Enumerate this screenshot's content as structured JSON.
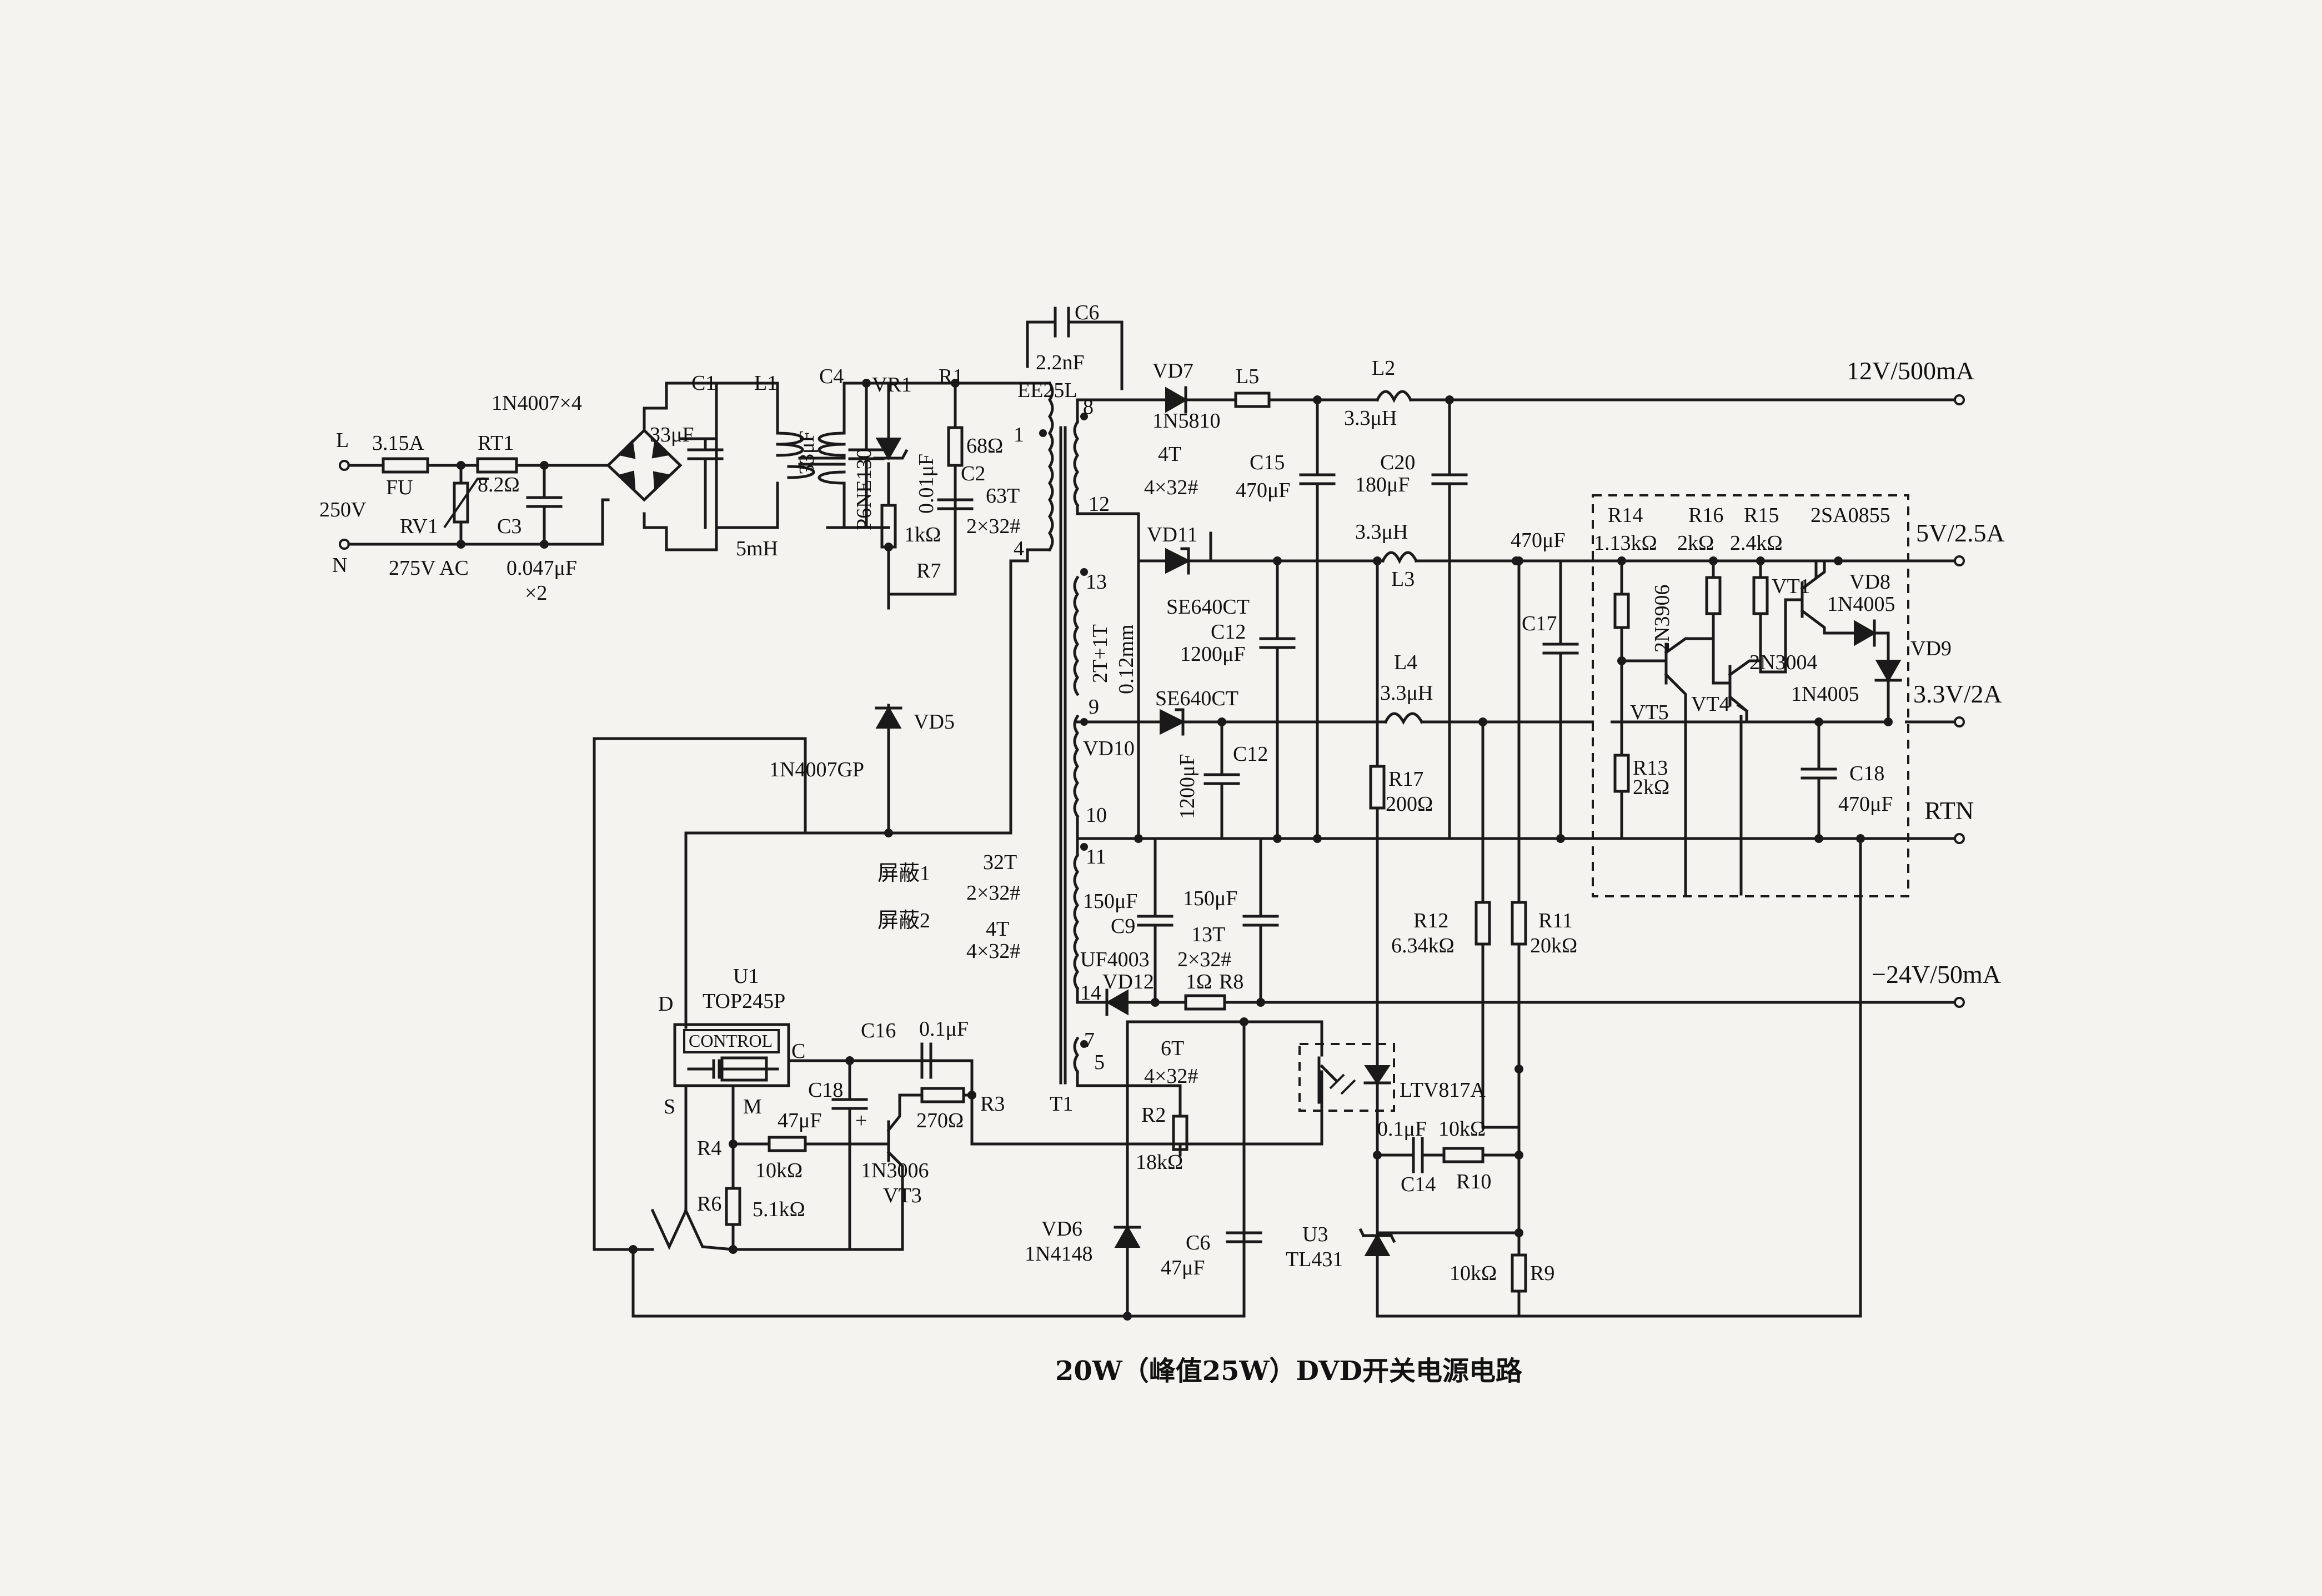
{
  "caption": "20W（峰值25W）DVD开关电源电路",
  "inputs": {
    "line": "L",
    "neutral": "N",
    "voltage": "250V"
  },
  "outputs": {
    "v12": "12V/500mA",
    "v5": "5V/2.5A",
    "v33": "3.3V/2A",
    "rtn": "RTN",
    "vneg24": "−24V/50mA"
  },
  "labels": {
    "fu_rating": "3.15A",
    "fu": "FU",
    "rt1": "RT1",
    "rt1_val": "8.2Ω",
    "rv1": "RV1",
    "rv1_val": "275V AC",
    "c3": "C3",
    "c3_val": "0.047μF",
    "c3_mult": "×2",
    "bridge": "1N4007×4",
    "c1": "C1",
    "c1_val": "33μF",
    "l1": "L1",
    "l1_val": "5mH",
    "c4": "C4",
    "c4_val": "33μF",
    "vr1": "VR1",
    "vr1_part": "P6NE130",
    "r1": "R1",
    "r1_val": "68Ω",
    "c2_val": "0.01μF",
    "c2": "C2",
    "r7_val": "1kΩ",
    "r7": "R7",
    "vd5": "VD5",
    "vd5_part": "1N4007GP",
    "c6_top": "C6",
    "c6_top_val": "2.2nF",
    "t_core": "EE25L",
    "pin1": "1",
    "pin4": "4",
    "pin8": "8",
    "pin12": "12",
    "pin13": "13",
    "pin9": "9",
    "pin10": "10",
    "pin11": "11",
    "pin14": "14",
    "pin7": "7",
    "pin5": "5",
    "prim_turns": "63T",
    "prim_wire": "2×32#",
    "sec12_turns": "4T",
    "sec12_wire": "4×32#",
    "sec5_wind": "2T+1T",
    "sec5_wire": "0.12mm",
    "t1": "T1",
    "shield1": "屏蔽1",
    "shield1_turns": "32T",
    "shield1_wire": "2×32#",
    "shield2": "屏蔽2",
    "shield2_turns": "4T",
    "shield2_wire": "4×32#",
    "vd7": "VD7",
    "vd7_part": "1N5810",
    "l5": "L5",
    "c15": "C15",
    "c15_val": "470μF",
    "l2": "L2",
    "l2_val": "3.3μH",
    "c20": "C20",
    "c20_val": "180μF",
    "vd11": "VD11",
    "vd11_part": "SE640CT",
    "c12a": "C12",
    "c12a_val": "1200μF",
    "l3_val": "3.3μH",
    "l3": "L3",
    "c17_val": "470μF",
    "c17": "C17",
    "vd10_part": "SE640CT",
    "vd10": "VD10",
    "c12b_val": "1200μF",
    "c12b": "C12",
    "l4": "L4",
    "l4_val": "3.3μH",
    "r17": "R17",
    "r17_val": "200Ω",
    "c9_val": "150μF",
    "c9": "C9",
    "c_neg_val": "150μF",
    "neg_turns": "13T",
    "neg_wire": "2×32#",
    "uf": "UF4003",
    "vd12": "VD12",
    "r8_val": "1Ω",
    "r8": "R8",
    "r12": "R12",
    "r12_val": "6.34kΩ",
    "r11": "R11",
    "r11_val": "20kΩ",
    "r14": "R14",
    "r14_val": "1.13kΩ",
    "r16": "R16",
    "r16_val": "2kΩ",
    "r15": "R15",
    "r15_val": "2.4kΩ",
    "q_2sa": "2SA0855",
    "q_2n3906": "2N3906",
    "vt1": "VT1",
    "vd8": "VD8",
    "vd8_part": "1N4005",
    "vd9": "VD9",
    "q_2n3004": "2N3004",
    "vt5": "VT5",
    "vt4": "VT4",
    "vd9_part": "1N4005",
    "r13": "R13",
    "r13_val": "2kΩ",
    "c18r": "C18",
    "c18r_val": "470μF",
    "u1": "U1",
    "u1_part": "TOP245P",
    "control": "CONTROL",
    "pin_d": "D",
    "pin_c": "C",
    "pin_s": "S",
    "pin_m": "M",
    "c16": "C16",
    "c16_val": "0.1μF",
    "c18l": "C18",
    "c18l_val": "47μF",
    "r3_val": "270Ω",
    "r3": "R3",
    "r4": "R4",
    "r4_val": "10kΩ",
    "vt3_part": "1N3006",
    "vt3": "VT3",
    "r6": "R6",
    "r6_val": "5.1kΩ",
    "bias_turns": "6T",
    "bias_wire": "4×32#",
    "r2": "R2",
    "r2_val": "18kΩ",
    "vd6": "VD6",
    "vd6_part": "1N4148",
    "c6b": "C6",
    "c6b_val": "47μF",
    "opto": "LTV817A",
    "c14_val": "0.1μF",
    "c14": "C14",
    "r10_val": "10kΩ",
    "r10": "R10",
    "u3": "U3",
    "u3_part": "TL431",
    "r9_val": "10kΩ",
    "r9": "R9"
  }
}
